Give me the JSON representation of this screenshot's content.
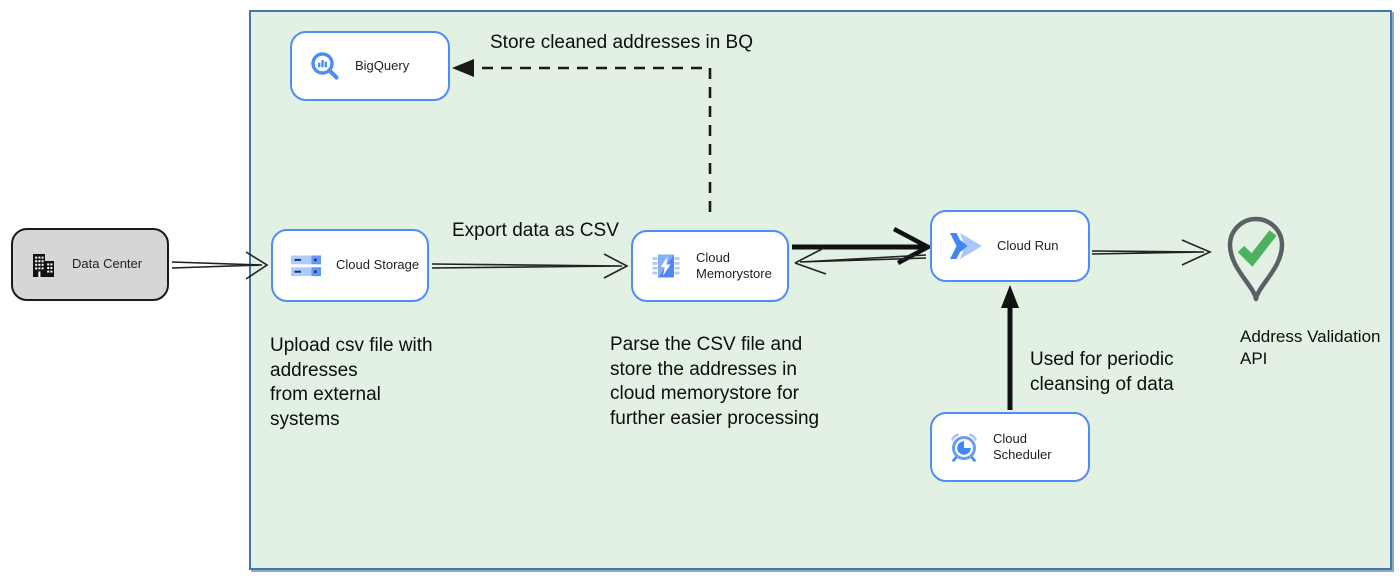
{
  "nodes": {
    "data_center": {
      "label": "Data Center"
    },
    "bigquery": {
      "label": "BigQuery"
    },
    "cloud_storage": {
      "label": "Cloud Storage"
    },
    "cloud_memorystore": {
      "label": "Cloud\nMemorystore"
    },
    "cloud_run": {
      "label": "Cloud Run"
    },
    "cloud_scheduler": {
      "label": "Cloud Scheduler"
    },
    "address_validation_api": {
      "label": "Address Validation\nAPI"
    }
  },
  "annotations": {
    "store_bq": "Store cleaned addresses in BQ",
    "export_csv": "Export data as CSV",
    "upload_note": "Upload csv file with\naddresses\nfrom external\nsystems",
    "parse_note": "Parse the CSV file and\nstore the addresses in\ncloud  memorystore for\nfurther easier processing",
    "periodic_note": "Used for periodic\ncleansing of data"
  },
  "colors": {
    "boundary_fill": "#e3f1e5",
    "boundary_border": "#4578ae",
    "node_border": "#4e8df5",
    "node_fill": "#ffffff",
    "external_node_fill": "#d6d6d6",
    "gcp_blue": "#4285f4",
    "gcp_blue_light": "#aecbfa",
    "check_green": "#4db25f",
    "pin_gray": "#5b6064"
  }
}
